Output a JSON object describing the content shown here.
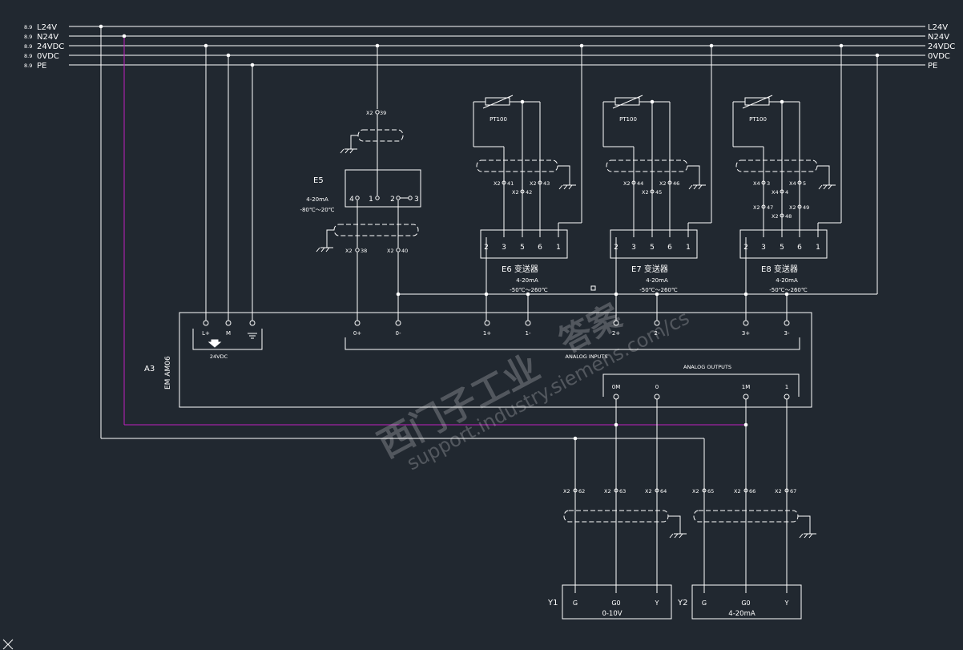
{
  "colors": {
    "background": "#212830",
    "line": "#ffffff",
    "magenta": "#c020c0",
    "watermark": "#ffffff"
  },
  "rails": [
    {
      "ref": "8.9",
      "name": "L24V"
    },
    {
      "ref": "8.9",
      "name": "N24V"
    },
    {
      "ref": "8.9",
      "name": "24VDC"
    },
    {
      "ref": "8.9",
      "name": "0VDC"
    },
    {
      "ref": "8.9",
      "name": "PE"
    }
  ],
  "e5": {
    "tag": "E5",
    "spec1": "4-20mA",
    "spec2": "-80℃～20℃",
    "top_terminal": "X2",
    "top_terminal_num": "39",
    "pins": [
      "4",
      "1",
      "2",
      "3"
    ],
    "bottom_terminals": [
      {
        "x": "X2",
        "n": "38"
      },
      {
        "x": "X2",
        "n": "40"
      }
    ]
  },
  "transmitters": [
    {
      "tag": "E6 变送器",
      "spec1": "4-20mA",
      "spec2": "-50℃～260℃",
      "sensor": "PT100",
      "pins": [
        "2",
        "3",
        "5",
        "6",
        "1"
      ],
      "terminals": [
        {
          "x": "X2",
          "n": "41"
        },
        {
          "x": "X2",
          "n": "42"
        },
        {
          "x": "X2",
          "n": "43"
        }
      ]
    },
    {
      "tag": "E7 变送器",
      "spec1": "4-20mA",
      "spec2": "-50℃～260℃",
      "sensor": "PT100",
      "pins": [
        "2",
        "3",
        "5",
        "6",
        "1"
      ],
      "terminals": [
        {
          "x": "X2",
          "n": "44"
        },
        {
          "x": "X2",
          "n": "45"
        },
        {
          "x": "X2",
          "n": "46"
        }
      ]
    },
    {
      "tag": "E8 变送器",
      "spec1": "4-20mA",
      "spec2": "-50℃～260℃",
      "sensor": "PT100",
      "pins": [
        "2",
        "3",
        "5",
        "6",
        "1"
      ],
      "terminals": [
        {
          "x": "X4",
          "n": "3"
        },
        {
          "x": "X4",
          "n": "4"
        },
        {
          "x": "X4",
          "n": "5"
        },
        {
          "x": "X2",
          "n": "47"
        },
        {
          "x": "X2",
          "n": "48"
        },
        {
          "x": "X2",
          "n": "49"
        }
      ]
    }
  ],
  "module": {
    "ref": "A3",
    "type": "EM AM06",
    "power_labels": [
      "L+",
      "M"
    ],
    "power_caption": "24VDC",
    "inputs": [
      "0+",
      "0-",
      "1+",
      "1-",
      "2+",
      "2-",
      "3+",
      "3-"
    ],
    "inputs_caption": "ANALOG INPUTS",
    "outputs": [
      "0M",
      "0",
      "1M",
      "1"
    ],
    "outputs_caption": "ANALOG OUTPUTS"
  },
  "out_terminals": [
    {
      "x": "X2",
      "n": "62"
    },
    {
      "x": "X2",
      "n": "63"
    },
    {
      "x": "X2",
      "n": "64"
    },
    {
      "x": "X2",
      "n": "65"
    },
    {
      "x": "X2",
      "n": "66"
    },
    {
      "x": "X2",
      "n": "67"
    }
  ],
  "actuators": [
    {
      "ref": "Y1",
      "pins": [
        "G",
        "G0",
        "Y"
      ],
      "spec": "0-10V"
    },
    {
      "ref": "Y2",
      "pins": [
        "G",
        "G0",
        "Y"
      ],
      "spec": "4-20mA"
    }
  ],
  "watermark": {
    "line1": "西门子工业",
    "line2": "support.industry.siemens.com/cs",
    "line3": "答案"
  }
}
